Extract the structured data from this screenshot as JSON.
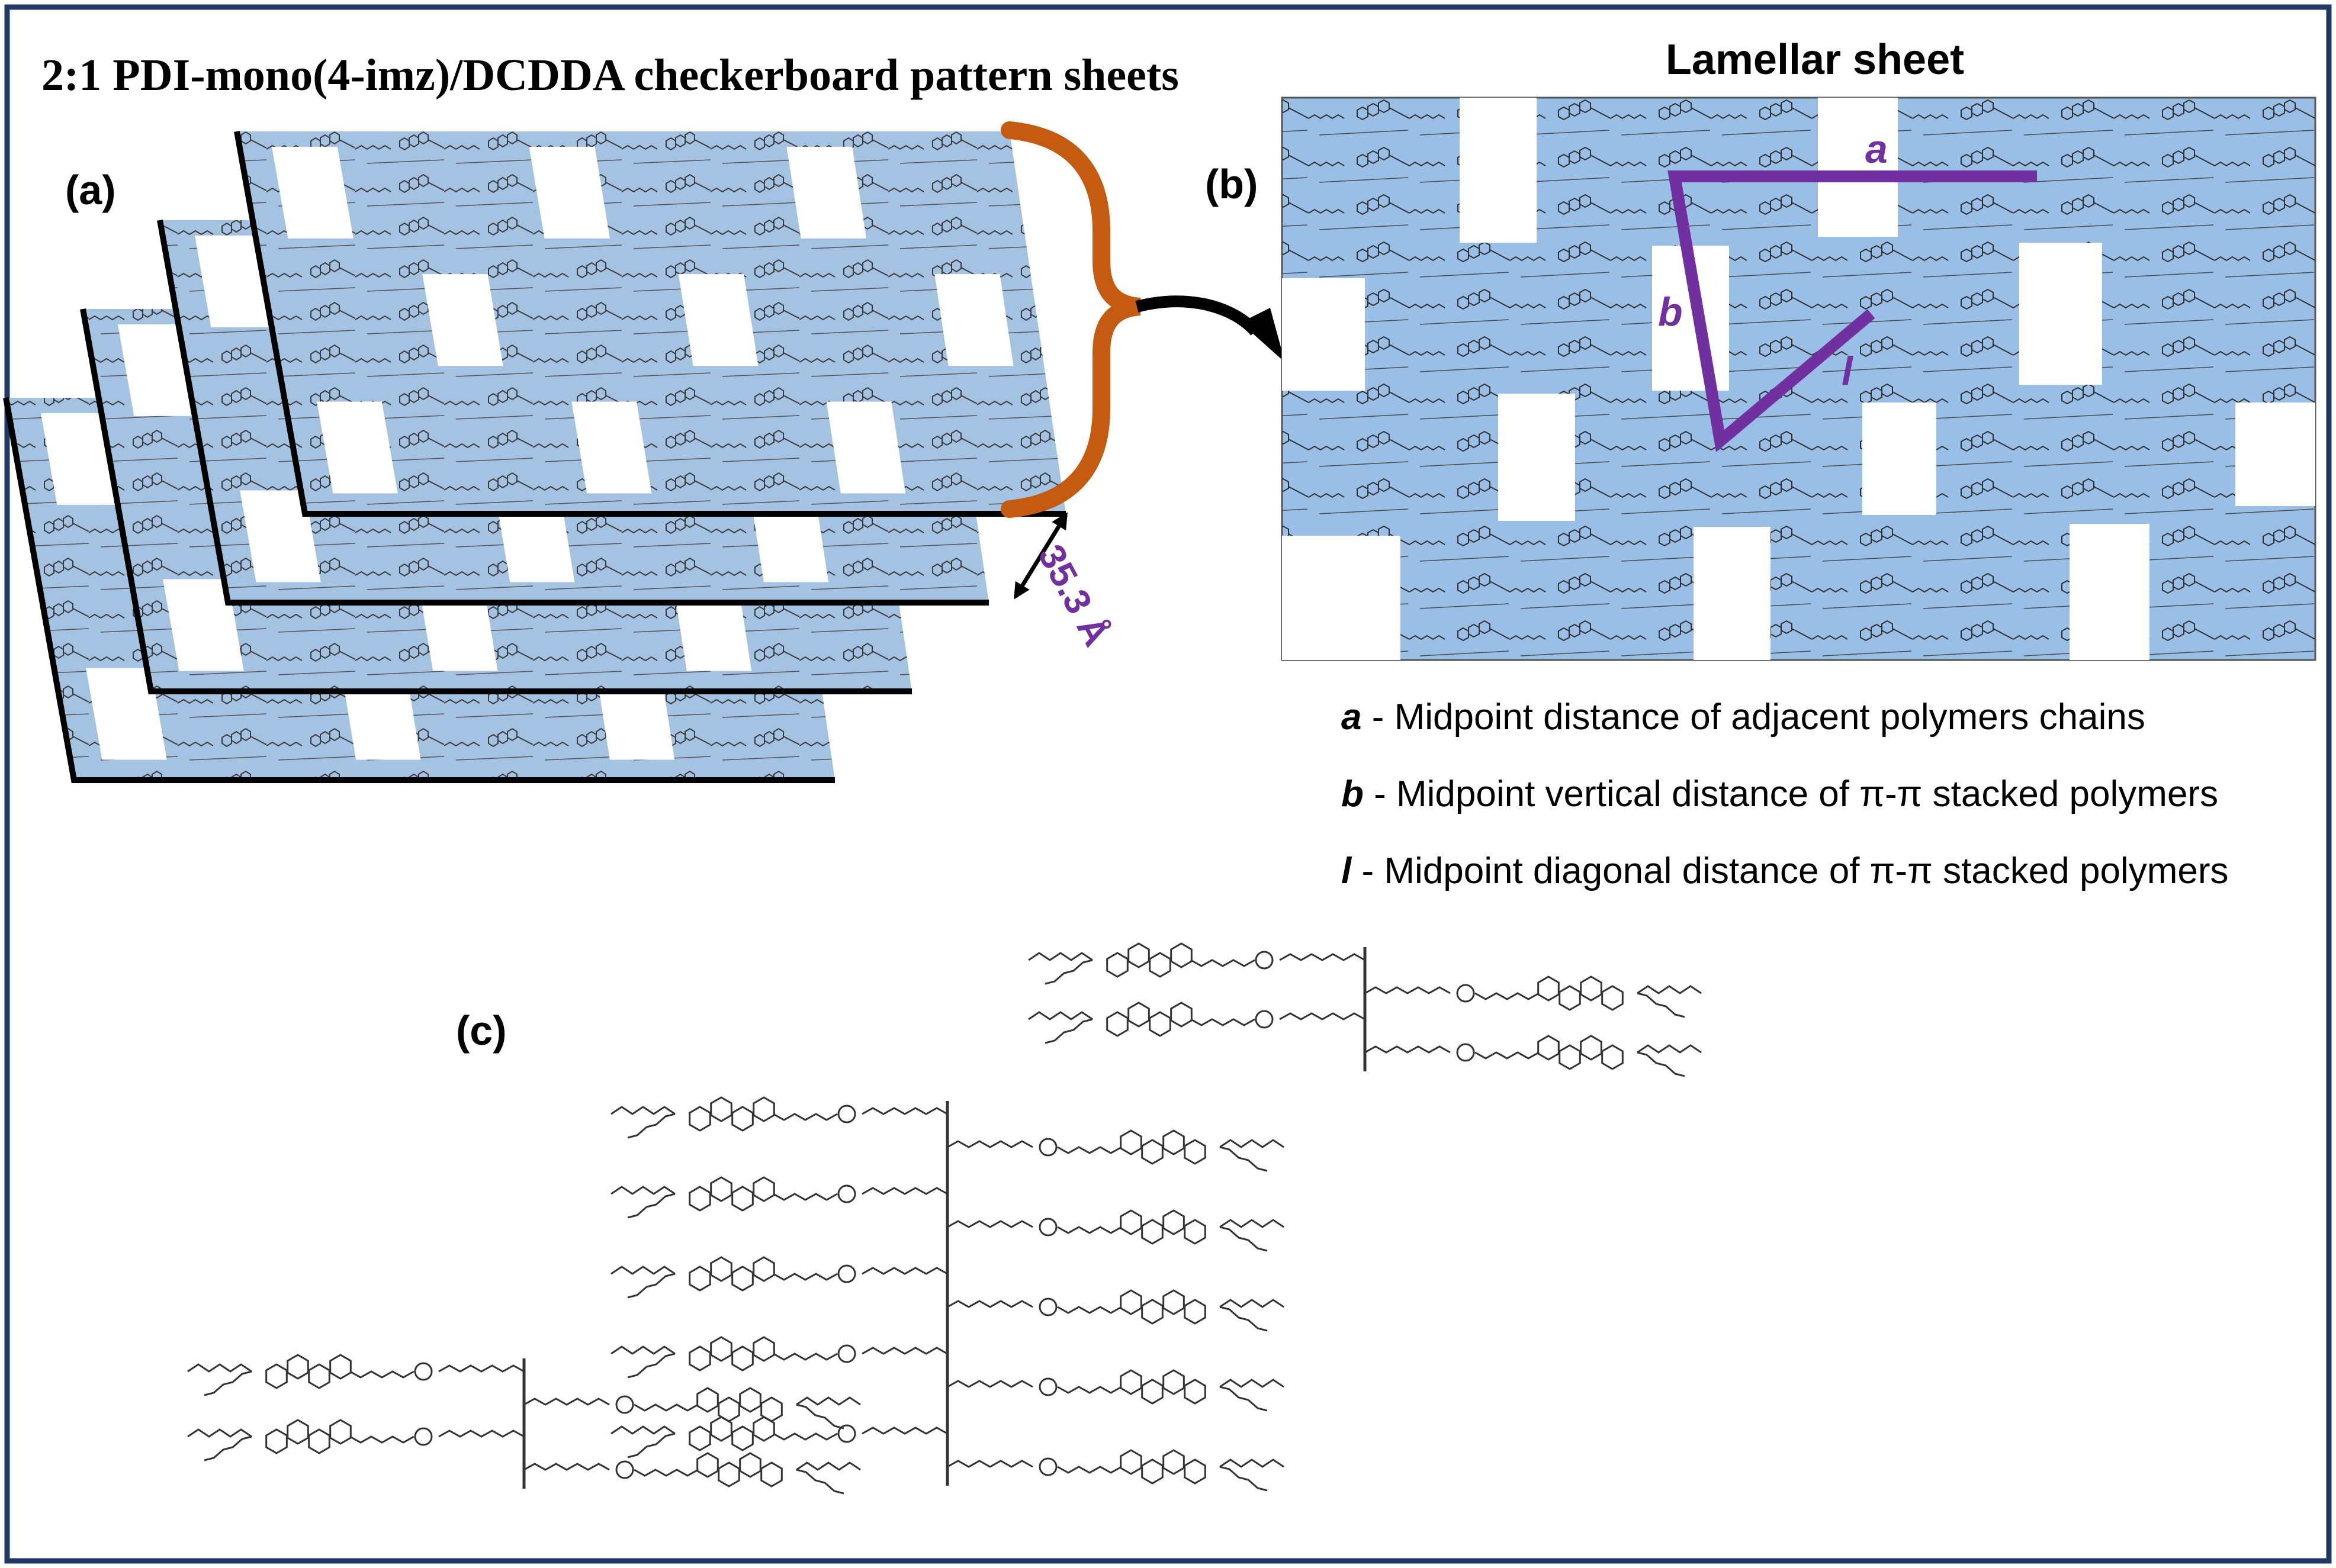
{
  "panel_a": {
    "title": "2:1 PDI-mono(4-imz)/DCDDA checkerboard pattern sheets",
    "label": "(a)",
    "spacing_label": "35.3 Å",
    "sheet_count": 4
  },
  "panel_b": {
    "title": "Lamellar sheet",
    "label": "(b)",
    "vector_a": "a",
    "vector_b": "b",
    "vector_l": "l",
    "legend": [
      {
        "symbol": "a",
        "text": " - Midpoint distance of adjacent polymers chains"
      },
      {
        "symbol": "b",
        "text": " - Midpoint vertical distance of π-π stacked polymers"
      },
      {
        "symbol": "l",
        "text": " - Midpoint diagonal distance of π-π stacked polymers"
      }
    ]
  },
  "panel_c": {
    "label": "(c)"
  },
  "colors": {
    "sheet_blue": "#a4c2e2",
    "sheet_blue_b": "#99bfe6",
    "vector_purple": "#7030a0",
    "brace_orange": "#c55a11",
    "border": "#1f3864",
    "chain_line": "#333333"
  }
}
